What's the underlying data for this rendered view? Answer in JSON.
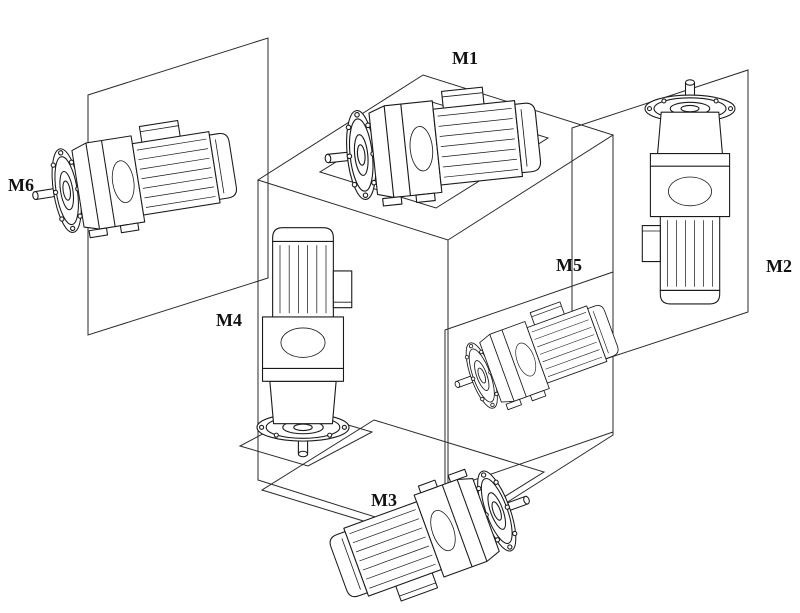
{
  "colors": {
    "line": "#1a1a1a",
    "background": "#ffffff"
  },
  "diagram": {
    "labels": {
      "m1": "M1",
      "m2": "M2",
      "m3": "M3",
      "m4": "M4",
      "m5": "M5",
      "m6": "M6"
    }
  }
}
